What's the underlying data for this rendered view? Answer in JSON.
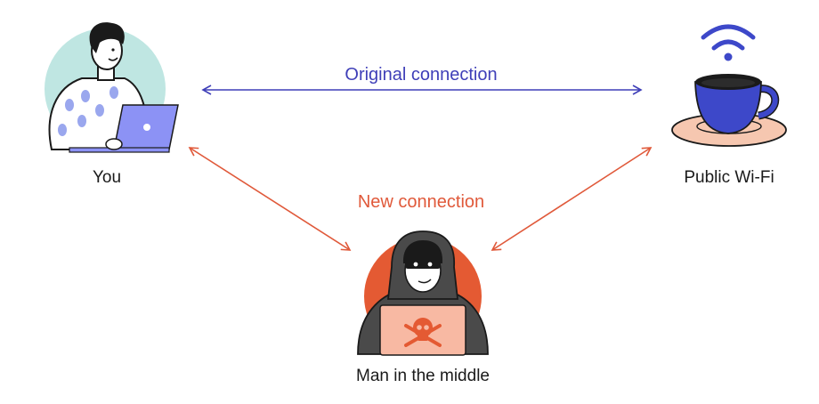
{
  "nodes": {
    "you": {
      "label": "You"
    },
    "wifi": {
      "label": "Public Wi-Fi"
    },
    "mitm": {
      "label": "Man in the middle"
    }
  },
  "connections": {
    "original": {
      "label": "Original connection",
      "color": "#3f3fb8"
    },
    "new": {
      "label": "New connection",
      "color": "#e0593a"
    }
  },
  "colors": {
    "you_circle": "#bfe6e2",
    "laptop_blue": "#8c92f5",
    "cup_blue": "#3d48c9",
    "saucer": "#f6c7b0",
    "wifi_blue": "#3d48c9",
    "mitm_circle": "#e45a33",
    "mitm_laptop": "#f8b9a3",
    "skull": "#e45a33"
  }
}
